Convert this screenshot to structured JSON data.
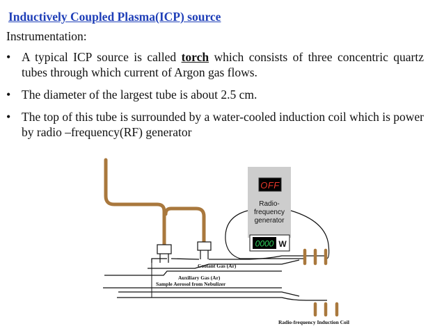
{
  "slide": {
    "title": "Inductively Coupled Plasma(ICP) source",
    "subtitle": "Instrumentation:",
    "bullets": [
      {
        "prefix": "A typical ICP source is called ",
        "keyword": "torch",
        "suffix": " which consists of three concentric quartz tubes through which current of Argon gas flows."
      },
      {
        "text": "The diameter of the largest tube is  about 2.5 cm."
      },
      {
        "text": "The top of this tube is surrounded by a water-cooled induction coil which is power by radio –frequency(RF) generator"
      }
    ]
  },
  "diagram": {
    "rf_generator": {
      "status_display": "OFF",
      "label_lines": [
        "Radio-",
        "frequency",
        "generator"
      ],
      "power_display": "0000",
      "power_unit": "W"
    },
    "labels": {
      "coolant_gas": "Coolant Gas (Ar)",
      "auxiliary_gas": "Auxiliary Gas (Ar)",
      "sample_aerosol": "Sample Aerosol from Nebulizer",
      "induction_coil": "Radio-frequency Induction Coil"
    },
    "colors": {
      "tube_brown": "#a9783d",
      "display_red": "#e8382b",
      "display_green": "#2fd15c",
      "generator_grey": "#cdcdcd"
    }
  }
}
